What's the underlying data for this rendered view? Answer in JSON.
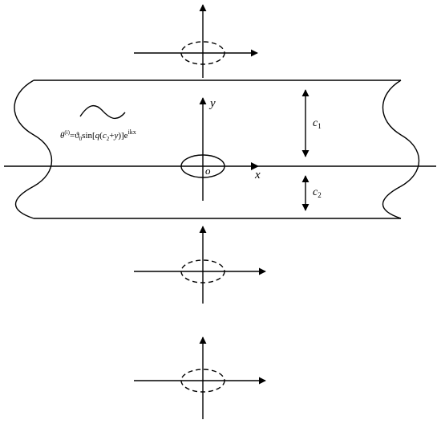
{
  "labels": {
    "y_axis": "y",
    "x_axis": "x",
    "origin": "o",
    "c1": "c",
    "c1_sub": "1",
    "c2": "c",
    "c2_sub": "2"
  },
  "formula": {
    "theta": "θ",
    "theta_sup": "(i)",
    "eq_vartheta": "=ϑ",
    "vartheta_sub": "0",
    "sin_open": "sin[",
    "q": "q",
    "paren_open": "(",
    "c": "c",
    "c_sub": "2",
    "plus": "+",
    "y": "y",
    "close": ")]e",
    "exp": "ikx"
  },
  "colors": {
    "stroke": "#000000",
    "background": "#ffffff"
  }
}
